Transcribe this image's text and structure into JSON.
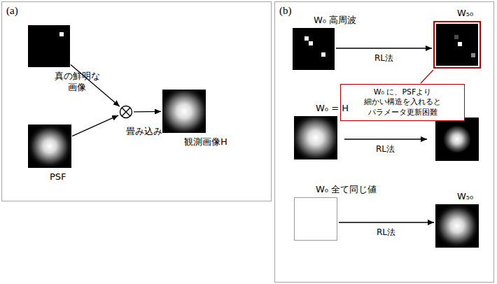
{
  "diagram": {
    "nodes": [
      {
        "text": [
          "(a)"
        ]
      },
      {
        "text": [
          "真の鮮明な 画像"
        ],
        "in": 0
      },
      {
        "text": [
          "PSF"
        ],
        "in": 0
      },
      {
        "text": [
          "畳み込み"
        ],
        "in": 0
      },
      {
        "text": [
          "観測画像H"
        ],
        "in": 0
      },
      {
        "text": [
          "(b)"
        ]
      },
      {
        "text": [
          "W₀ 高周波"
        ],
        "in": 5
      },
      {
        "text": [
          "W₅₀"
        ],
        "in": 5
      },
      {
        "text": [
          "W₀ に、PSFより 細かい構造を入れると パラメータ更新困難"
        ],
        "in": 5
      },
      {
        "text": [
          "W₀ = H"
        ],
        "in": 5
      },
      {
        "text": [
          "W₀ 全て同じ値"
        ],
        "in": 5
      },
      {
        "text": [
          "W₅₀"
        ],
        "in": 5
      }
    ],
    "edges": [
      {
        "from": 1,
        "to": 3,
        "arrow": "to"
      },
      {
        "from": 2,
        "to": 3,
        "arrow": "to"
      },
      {
        "from": 3,
        "to": 4,
        "arrow": "to"
      },
      {
        "from": 6,
        "to": 7,
        "label": "RL法",
        "arrow": "to"
      },
      {
        "from": 8,
        "to": 7,
        "arrow": "none"
      },
      {
        "from": 10,
        "to": 11,
        "label": "RL法",
        "arrow": "to"
      }
    ],
    "labels": [
      "RL法"
    ]
  }
}
